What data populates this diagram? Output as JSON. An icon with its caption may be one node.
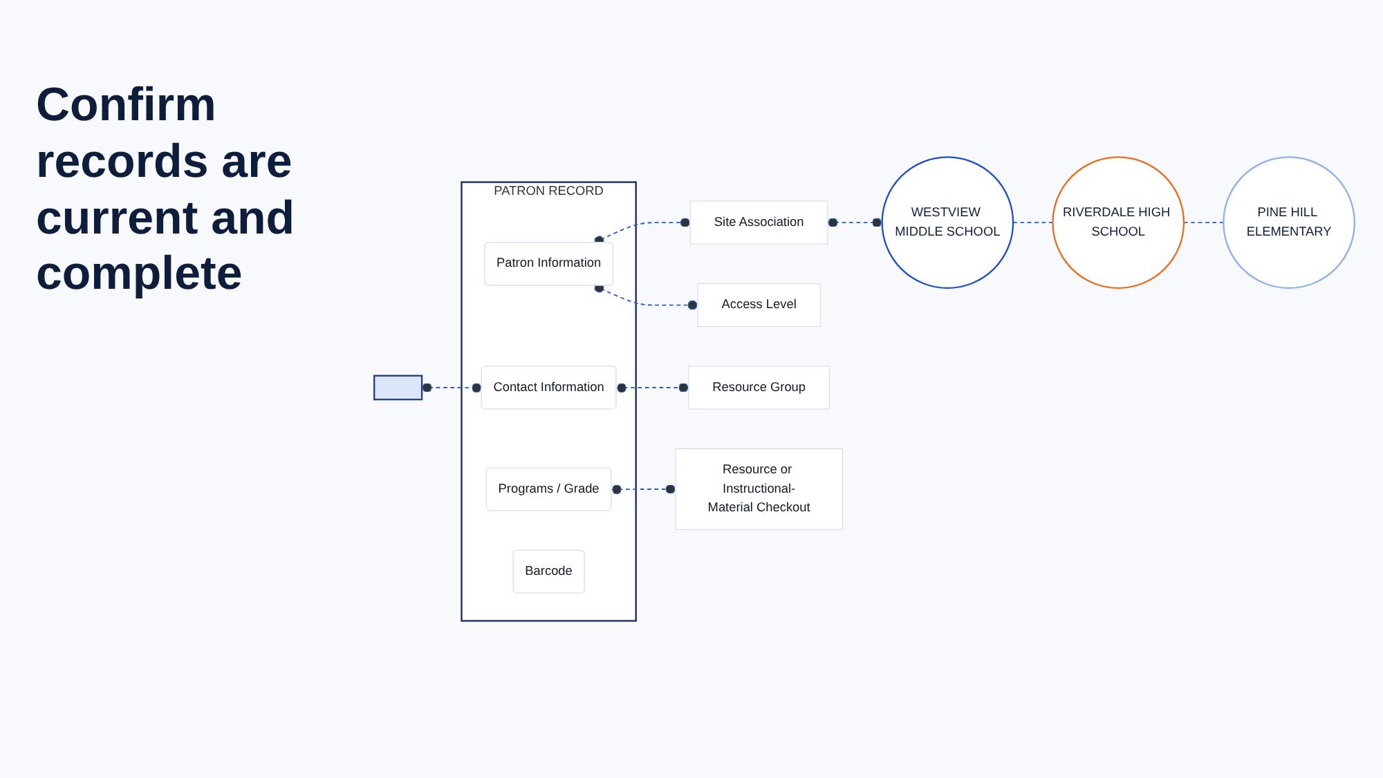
{
  "diagram": {
    "title": "Confirm records are current and complete",
    "nodes": [
      {
        "text": [],
        "shape": "box"
      },
      {
        "text": [
          "PATRON RECORD"
        ]
      },
      {
        "text": [
          "Patron Information"
        ],
        "in": 1
      },
      {
        "text": [
          "Contact Information"
        ],
        "in": 1
      },
      {
        "text": [
          "Programs / Grade"
        ],
        "in": 1
      },
      {
        "text": [
          "Barcode"
        ],
        "in": 1
      },
      {
        "text": [
          "Site Association"
        ]
      },
      {
        "text": [
          "Access Level"
        ]
      },
      {
        "text": [
          "Resource Group"
        ]
      },
      {
        "text": [
          "Resource or Instructional-Material Checkout"
        ]
      },
      {
        "text": [
          "WESTVIEW MIDDLE SCHOOL"
        ]
      },
      {
        "text": [
          "RIVERDALE HIGH SCHOOL"
        ]
      },
      {
        "text": [
          "PINE HILL ELEMENTARY"
        ]
      }
    ],
    "edges": [
      {
        "from": 0,
        "to": 3,
        "arrow": "other",
        "style": "dashed"
      },
      {
        "from": 2,
        "to": 6,
        "arrow": "other",
        "style": "dashed"
      },
      {
        "from": 2,
        "to": 7,
        "arrow": "other",
        "style": "dashed"
      },
      {
        "from": 3,
        "to": 8,
        "arrow": "other",
        "style": "dashed"
      },
      {
        "from": 4,
        "to": 9,
        "arrow": "other",
        "style": "dashed"
      },
      {
        "from": 6,
        "to": 10,
        "arrow": "other",
        "style": "dashed"
      },
      {
        "from": 10,
        "to": 11,
        "arrow": "none",
        "style": "dashed"
      },
      {
        "from": 11,
        "to": 12,
        "arrow": "none",
        "style": "dashed"
      }
    ]
  }
}
